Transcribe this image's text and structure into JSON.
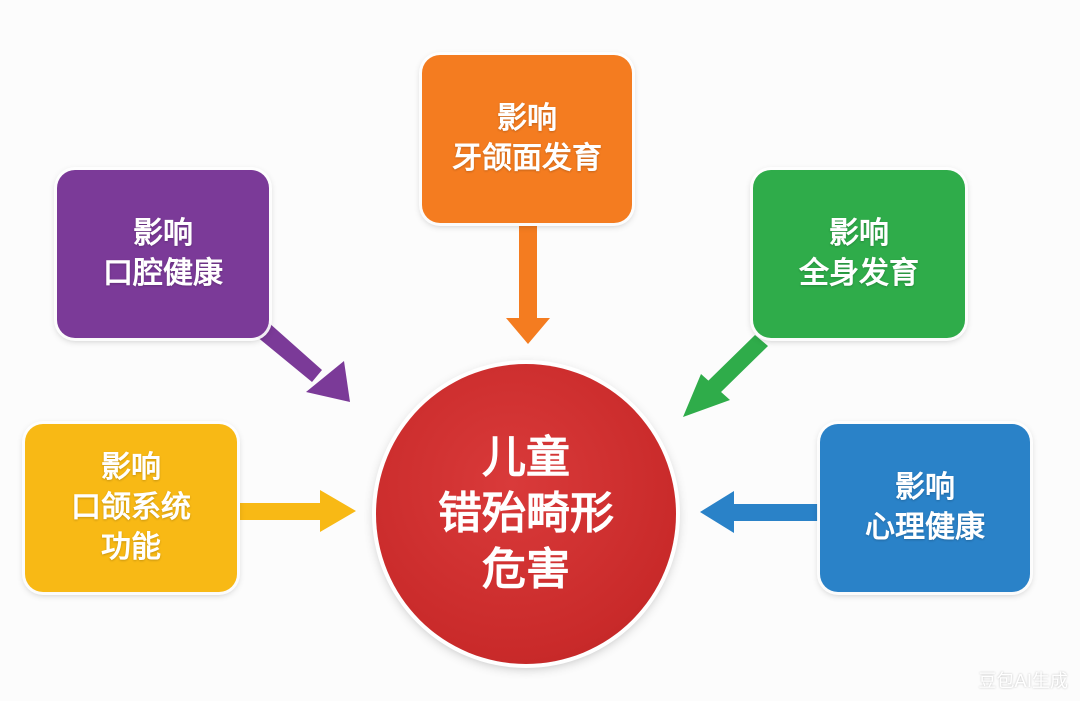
{
  "center": {
    "lines": [
      "儿童",
      "错殆畸形",
      "危害"
    ],
    "color": "#c92a2a"
  },
  "boxes": {
    "top": {
      "lines": [
        "影响",
        "牙颌面发育"
      ],
      "color": "#f47c20"
    },
    "left": {
      "lines": [
        "影响",
        "口腔健康"
      ],
      "color": "#7b3a98"
    },
    "right": {
      "lines": [
        "影响",
        "全身发育"
      ],
      "color": "#2fac4a"
    },
    "bottom_left": {
      "lines": [
        "影响",
        "口颌系统",
        "功能"
      ],
      "color": "#f8b915"
    },
    "bottom_right": {
      "lines": [
        "影响",
        "心理健康"
      ],
      "color": "#2a82c8"
    }
  },
  "watermark": "豆包AI生成"
}
